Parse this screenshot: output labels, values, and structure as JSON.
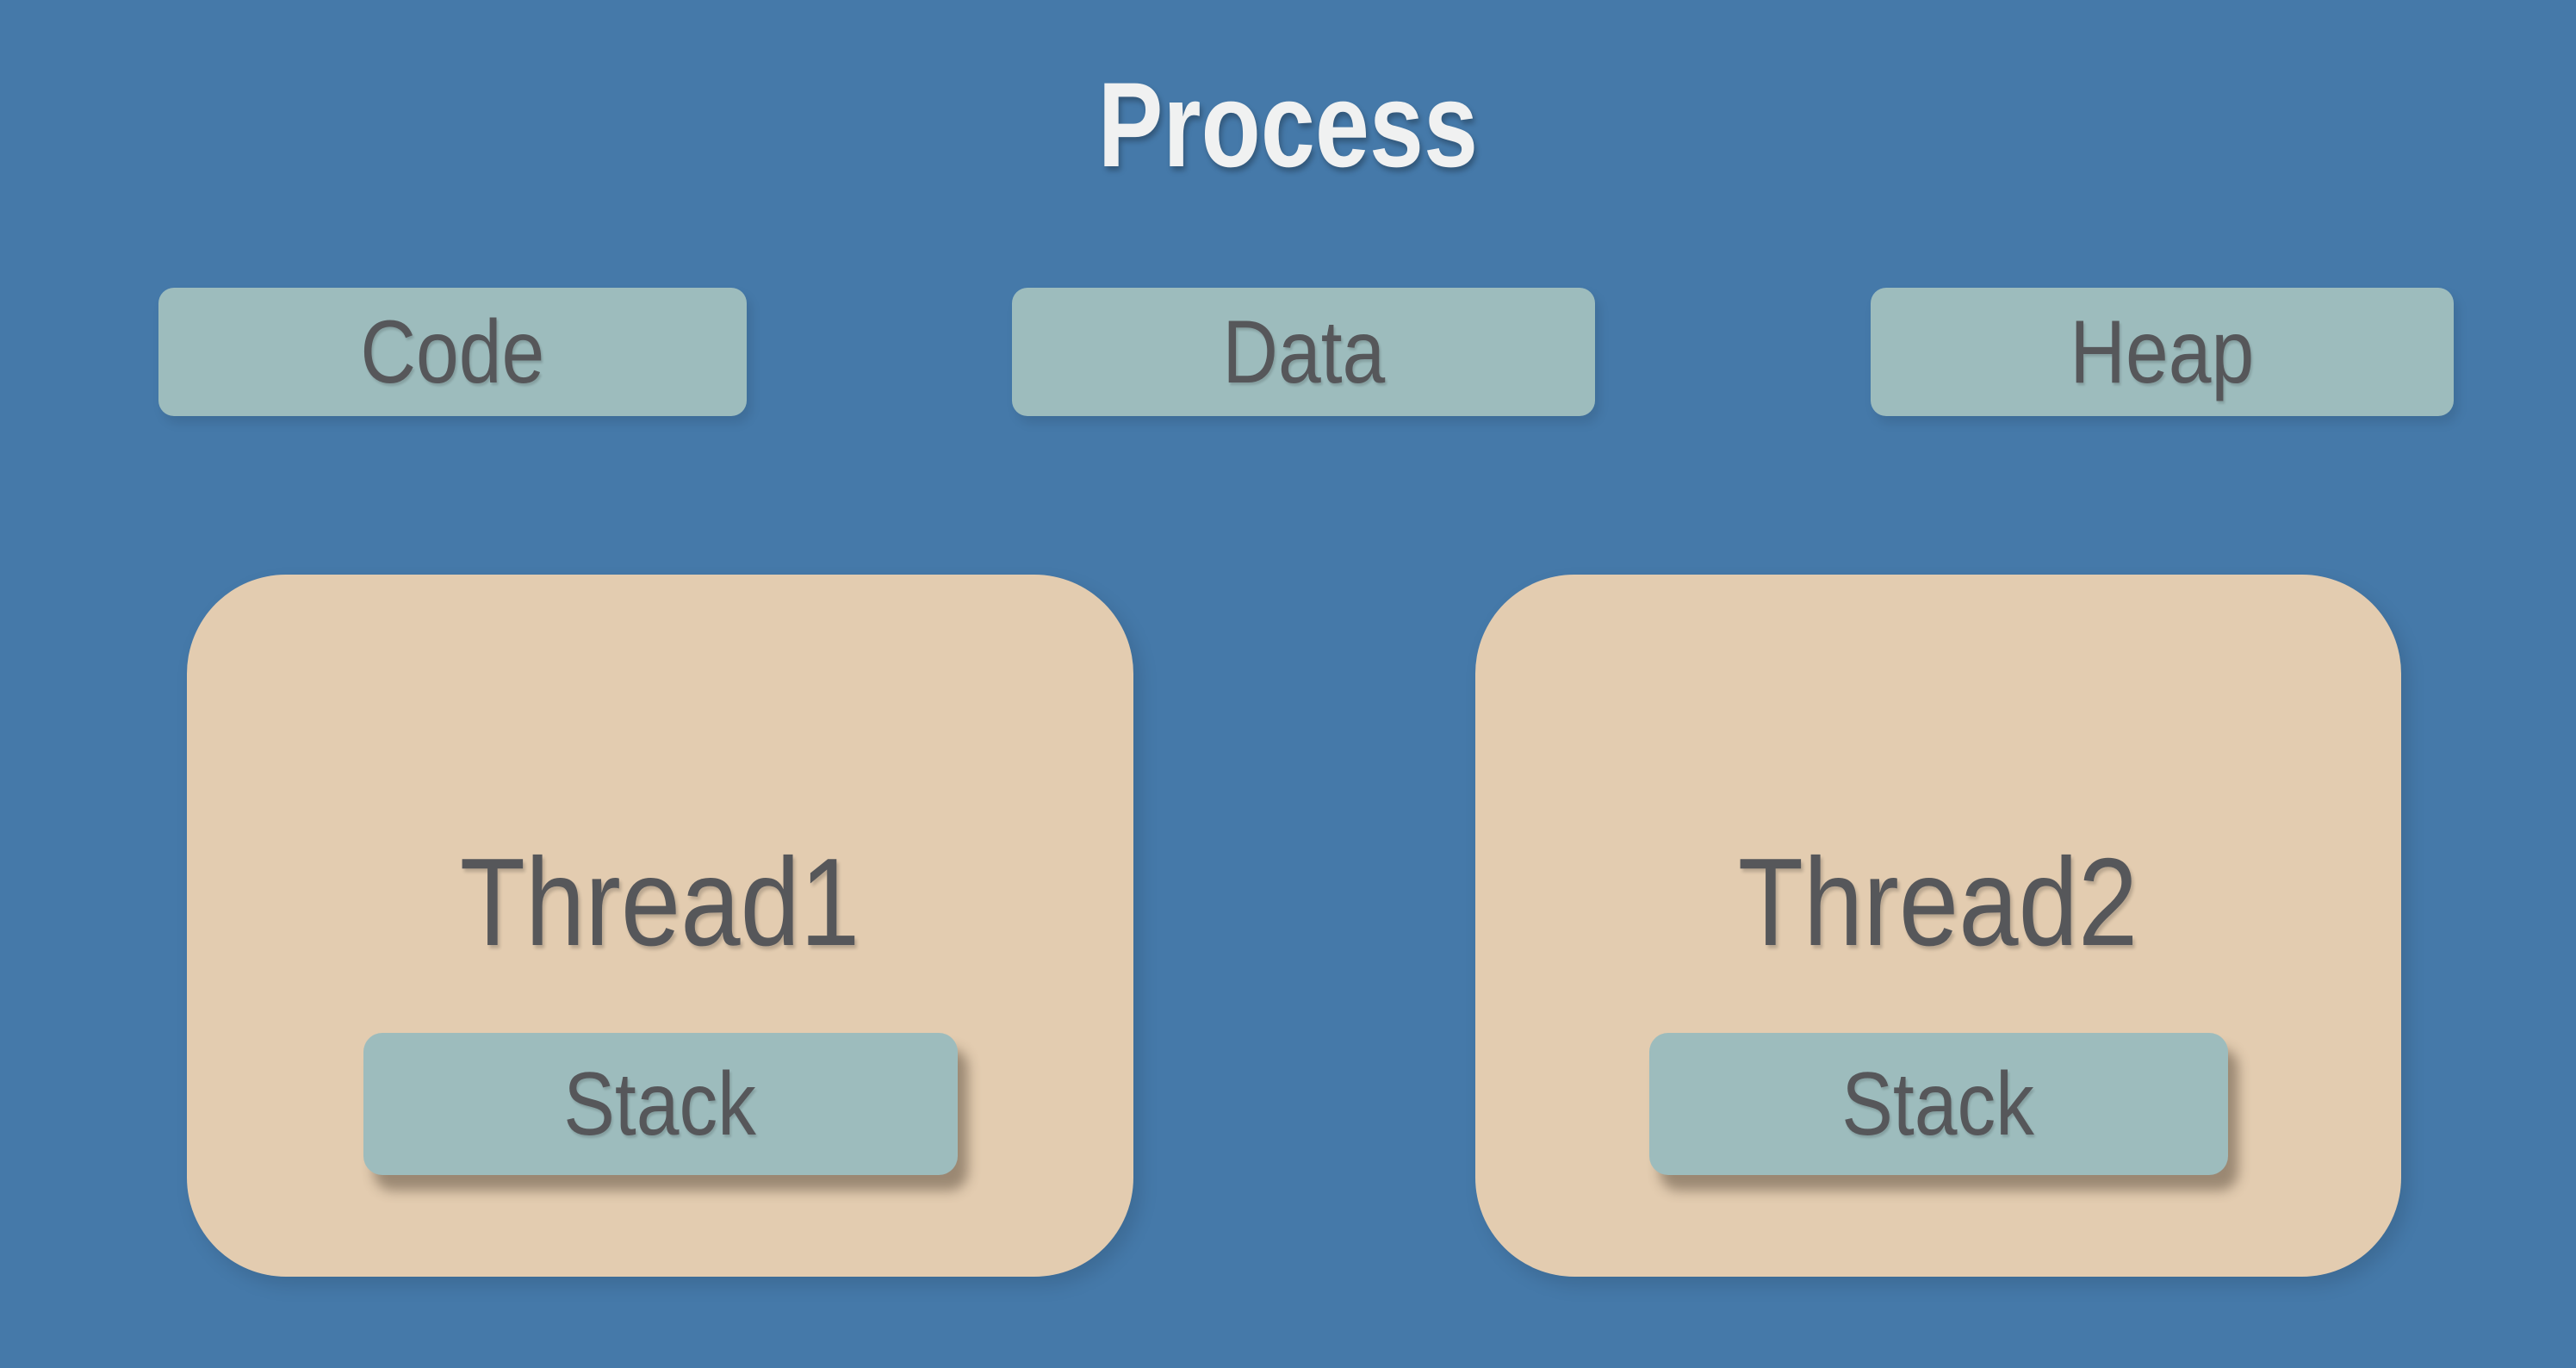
{
  "diagram": {
    "title": "Process",
    "memory_segments": [
      {
        "label": "Code"
      },
      {
        "label": "Data"
      },
      {
        "label": "Heap"
      }
    ],
    "threads": [
      {
        "label": "Thread1",
        "stack_label": "Stack"
      },
      {
        "label": "Thread2",
        "stack_label": "Stack"
      }
    ],
    "colors": {
      "background": "#4579a9",
      "segment_box": "#9dbcbd",
      "thread_box": "#e3ccb0",
      "label_text": "#56575a",
      "title_text": "#f0f1f1"
    }
  }
}
